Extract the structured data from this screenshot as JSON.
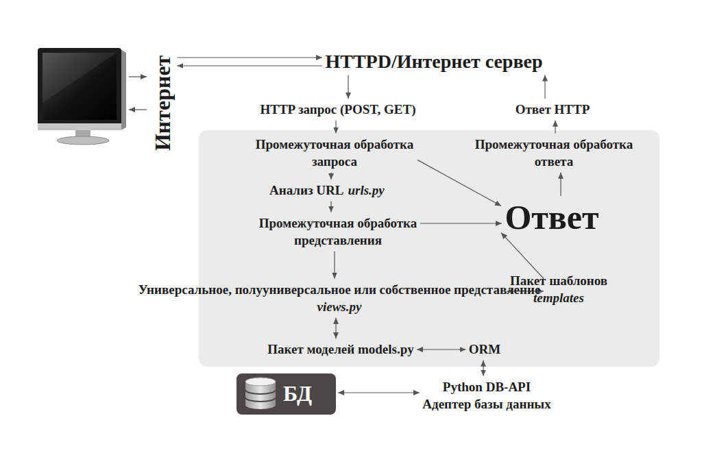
{
  "diagram": {
    "nodes": [
      {
        "text": [
          "Интернет"
        ]
      },
      {
        "text": [
          "HTTPD/Интернет сервер"
        ]
      },
      {
        "text": [
          "HTTP запрос (POST, GET)"
        ]
      },
      {
        "text": [
          "Ответ HTTP"
        ]
      },
      {
        "text": [
          "Промежуточная обработка запроса"
        ]
      },
      {
        "text": [
          "Промежуточная обработка ответа"
        ]
      },
      {
        "text": [
          "Анализ URL",
          "urls.py"
        ]
      },
      {
        "text": [
          "Ответ"
        ]
      },
      {
        "text": [
          "Промежуточная обработка представления"
        ]
      },
      {
        "text": [
          "Универсальное, полууниверсальное или собственное представление",
          "views.py"
        ]
      },
      {
        "text": [
          "Пакет шаблонов",
          "templates"
        ]
      },
      {
        "text": [
          "Пакет моделей models.py"
        ]
      },
      {
        "text": [
          "ORM"
        ]
      },
      {
        "text": [
          "БД"
        ]
      },
      {
        "text": [
          "Python DB-API",
          "Адептер базы данных"
        ]
      }
    ],
    "edges": [
      {
        "from": 0,
        "to": 1,
        "arrow": "to"
      },
      {
        "from": 1,
        "to": 0,
        "arrow": "to"
      },
      {
        "from": 1,
        "to": 2,
        "arrow": "to"
      },
      {
        "from": 3,
        "to": 1,
        "arrow": "to"
      },
      {
        "from": 2,
        "to": 4,
        "arrow": "to"
      },
      {
        "from": 4,
        "to": 6,
        "arrow": "to"
      },
      {
        "from": 4,
        "to": 7,
        "arrow": "to"
      },
      {
        "from": 6,
        "to": 8,
        "arrow": "to"
      },
      {
        "from": 8,
        "to": 7,
        "arrow": "to"
      },
      {
        "from": 8,
        "to": 9,
        "arrow": "to"
      },
      {
        "from": 9,
        "to": 7,
        "arrow": "to"
      },
      {
        "from": 9,
        "to": 10,
        "arrow": "both"
      },
      {
        "from": 9,
        "to": 11,
        "arrow": "both"
      },
      {
        "from": 11,
        "to": 12,
        "arrow": "both"
      },
      {
        "from": 12,
        "to": 14,
        "arrow": "both"
      },
      {
        "from": 13,
        "to": 14,
        "arrow": "both"
      },
      {
        "from": 7,
        "to": 5,
        "arrow": "to"
      },
      {
        "from": 5,
        "to": 3,
        "arrow": "to"
      }
    ]
  }
}
